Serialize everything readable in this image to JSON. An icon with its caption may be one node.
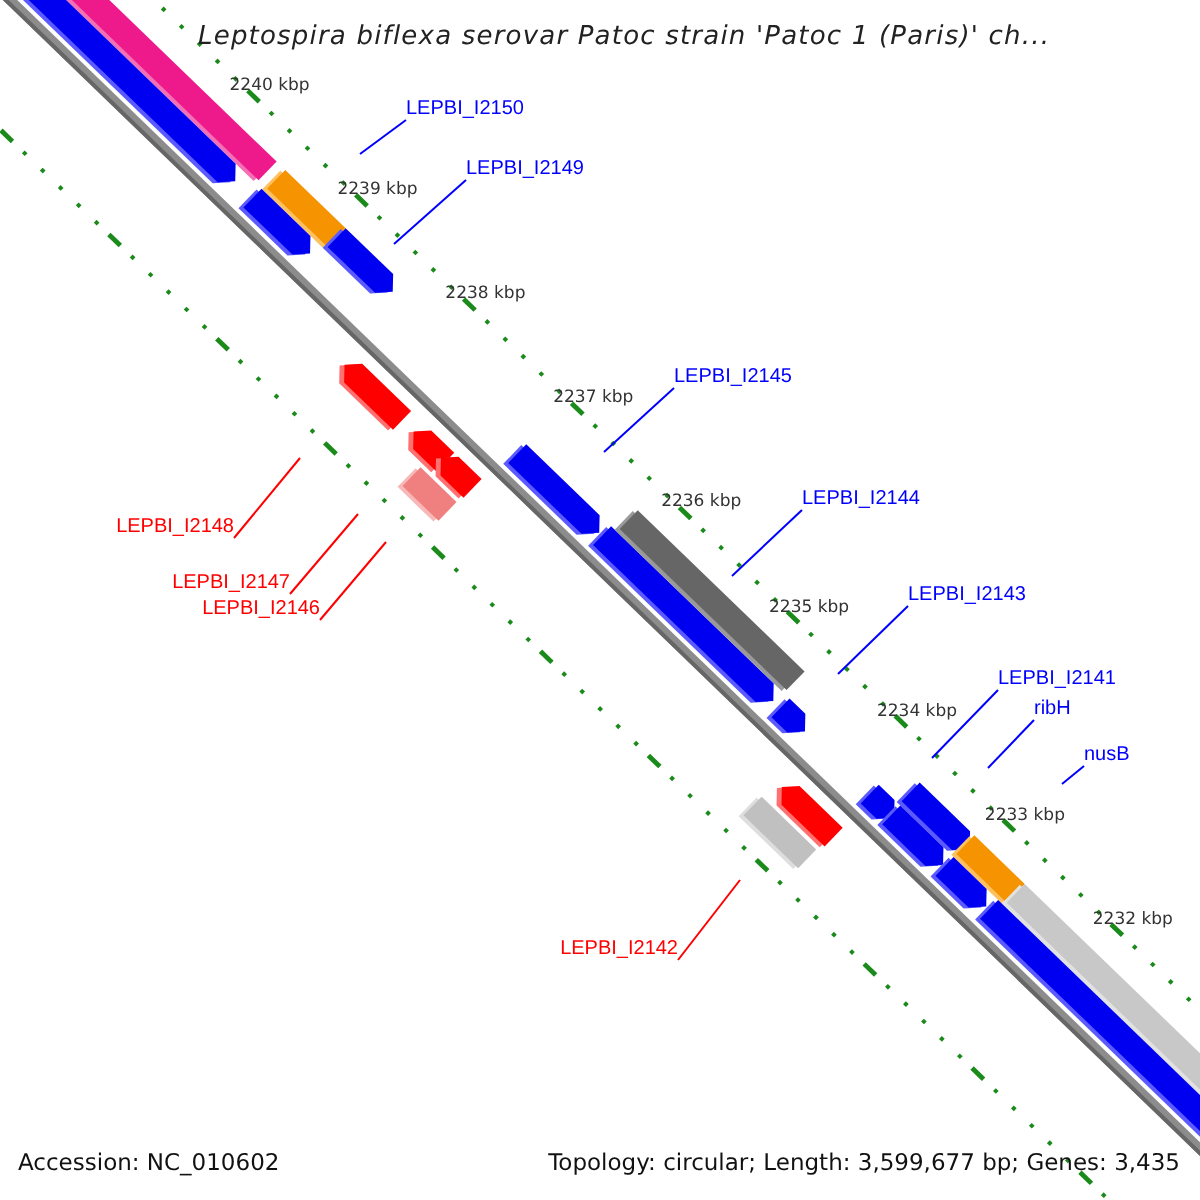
{
  "diagram": {
    "title": "Leptospira biflexa serovar Patoc strain 'Patoc 1 (Paris)' ch...",
    "nodes": [
      {
        "text": [
          "LEPBI_I2150"
        ]
      },
      {
        "text": [
          "LEPBI_I2149"
        ]
      },
      {
        "text": [
          "LEPBI_I2145"
        ]
      },
      {
        "text": [
          "LEPBI_I2148"
        ]
      },
      {
        "text": [
          "LEPBI_I2144"
        ]
      },
      {
        "text": [
          "LEPBI_I2147"
        ]
      },
      {
        "text": [
          "LEPBI_I2146"
        ]
      },
      {
        "text": [
          "LEPBI_I2143"
        ]
      },
      {
        "text": [
          "LEPBI_I2141"
        ]
      },
      {
        "text": [
          "ribH"
        ]
      },
      {
        "text": [
          "nusB"
        ]
      },
      {
        "text": [
          "LEPBI_I2142"
        ]
      }
    ],
    "edges": [
      {
        "from": 0,
        "to": null,
        "arrow": "none"
      },
      {
        "from": 1,
        "to": null,
        "arrow": "none"
      },
      {
        "from": 2,
        "to": null,
        "arrow": "none"
      },
      {
        "from": 3,
        "to": null,
        "arrow": "none",
        "color": "#ff0000"
      },
      {
        "from": 4,
        "to": null,
        "arrow": "none"
      },
      {
        "from": 5,
        "to": null,
        "arrow": "none",
        "color": "#ff0000"
      },
      {
        "from": 6,
        "to": null,
        "arrow": "none",
        "color": "#ff0000"
      },
      {
        "from": 7,
        "to": null,
        "arrow": "none"
      },
      {
        "from": 8,
        "to": null,
        "arrow": "none"
      },
      {
        "from": 9,
        "to": null,
        "arrow": "none"
      },
      {
        "from": 10,
        "to": null,
        "arrow": "none"
      },
      {
        "from": 11,
        "to": null,
        "arrow": "none",
        "color": "#ff0000"
      }
    ],
    "labels": [
      "2240 kbp",
      "2239 kbp",
      "2238 kbp",
      "2237 kbp",
      "2236 kbp",
      "2235 kbp",
      "2234 kbp",
      "2233 kbp",
      "2232 kbp",
      "Accession: NC_010602",
      "Topology: circular; Length: 3,599,677 bp; Genes: 3,435"
    ]
  }
}
